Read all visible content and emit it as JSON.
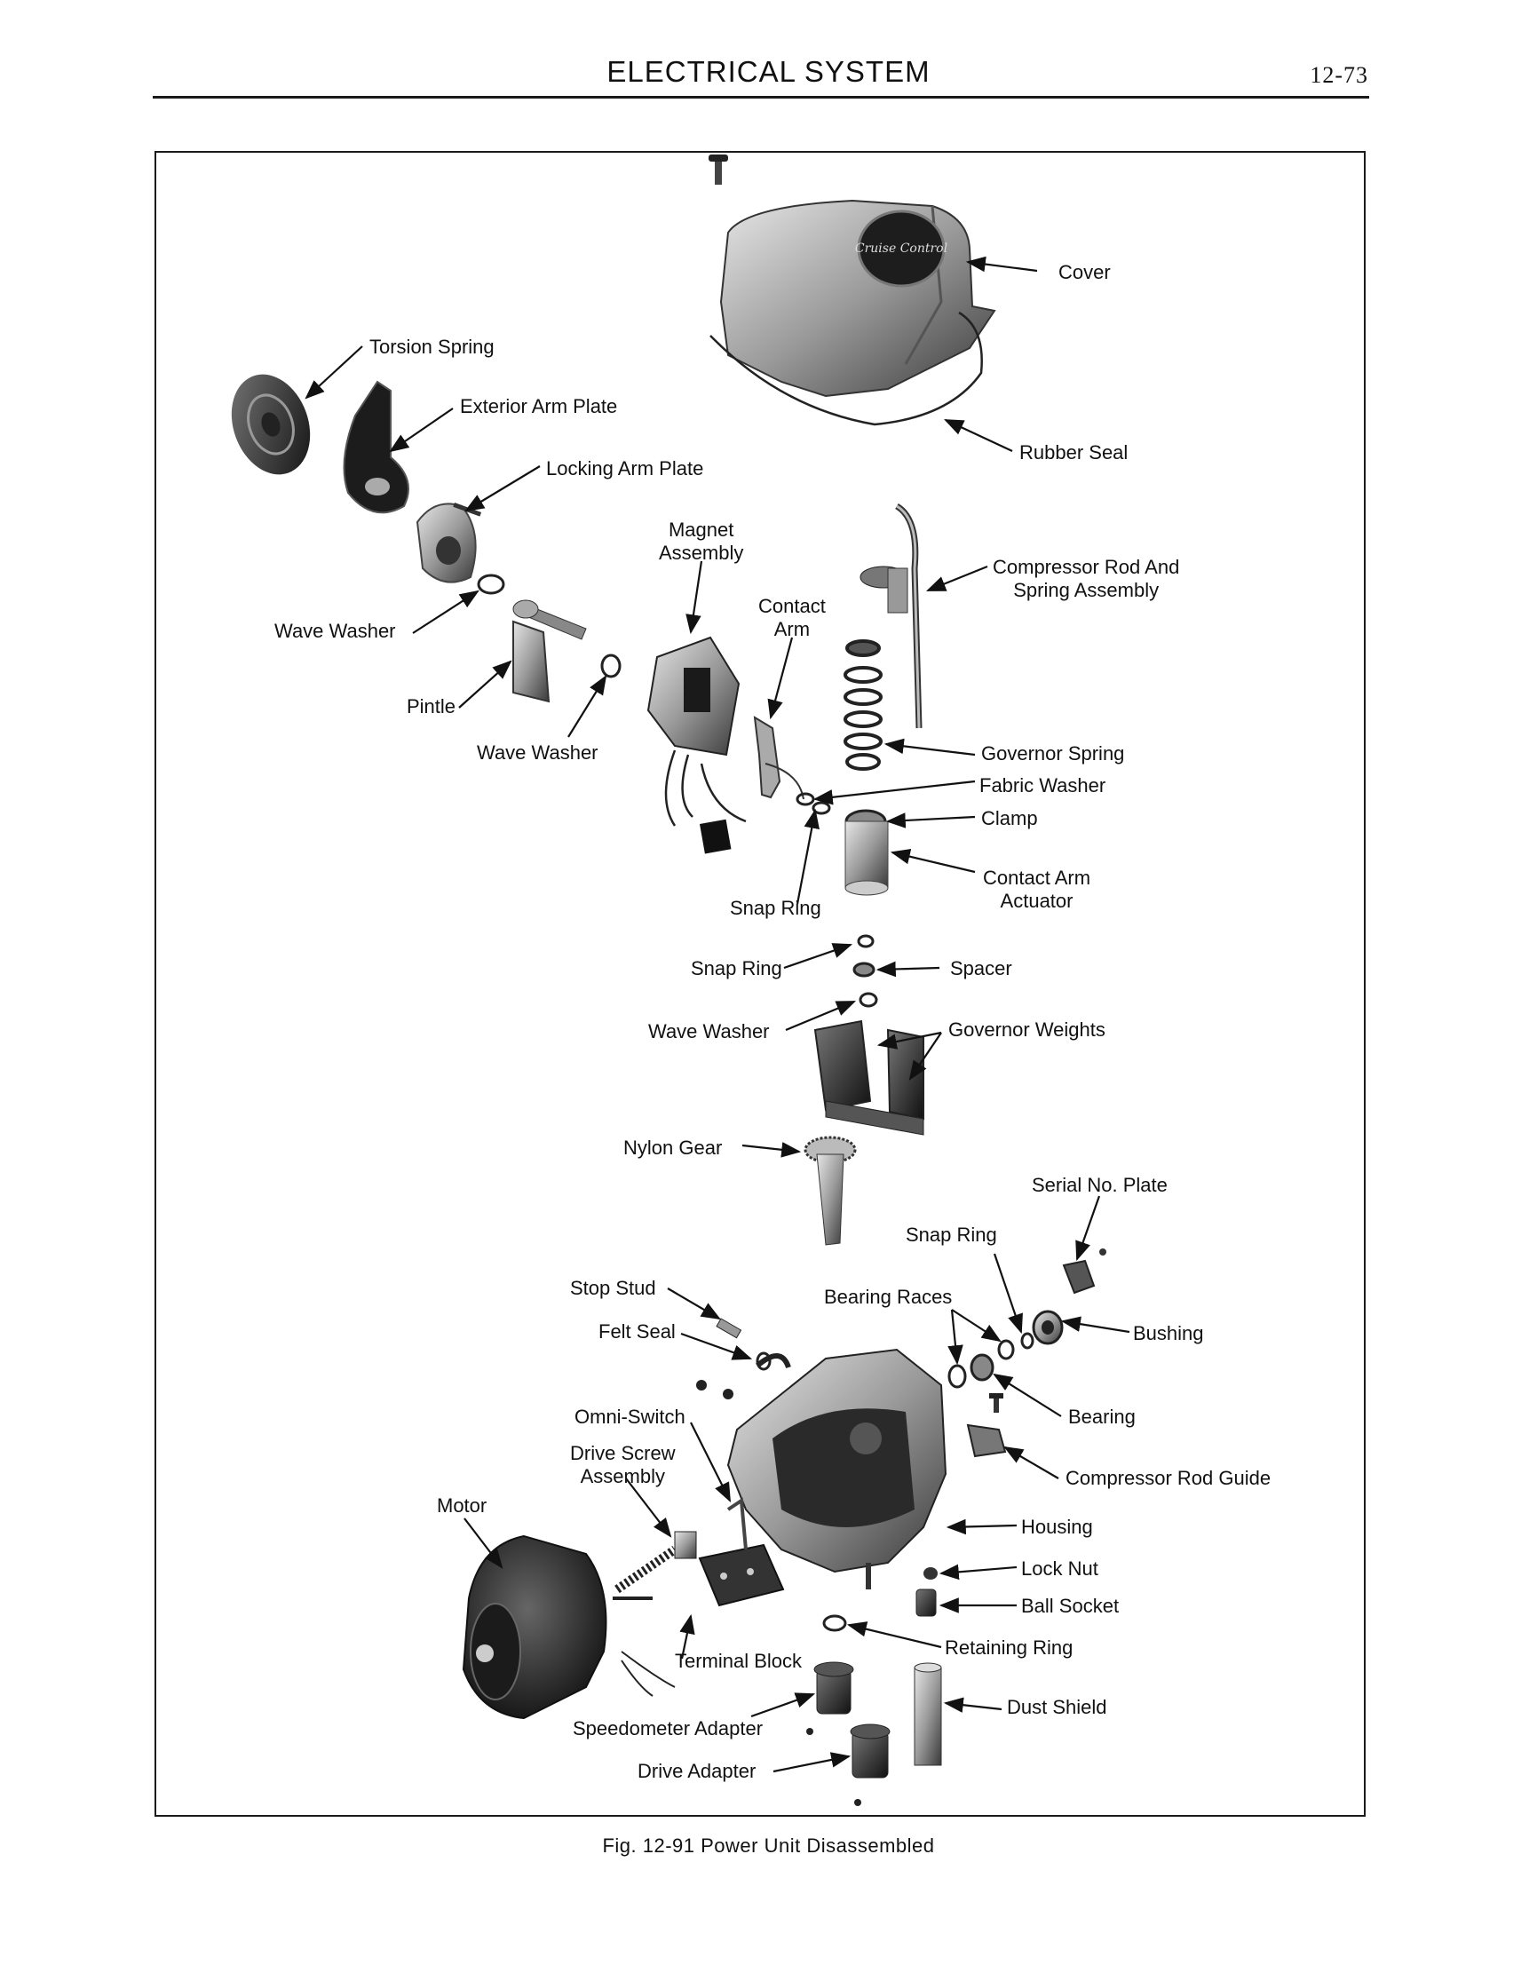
{
  "header": {
    "section_title": "ELECTRICAL SYSTEM",
    "page_number": "12-73"
  },
  "caption": "Fig. 12-91  Power Unit Disassembled",
  "labels": {
    "cover": "Cover",
    "torsion_spring": "Torsion Spring",
    "exterior_arm_plate": "Exterior Arm Plate",
    "rubber_seal": "Rubber Seal",
    "locking_arm_plate": "Locking Arm Plate",
    "magnet_assembly": "Magnet\nAssembly",
    "compressor_rod_spring": "Compressor Rod And\nSpring Assembly",
    "contact_arm": "Contact\nArm",
    "wave_washer_1": "Wave Washer",
    "pintle": "Pintle",
    "wave_washer_2": "Wave Washer",
    "governor_spring": "Governor Spring",
    "fabric_washer": "Fabric Washer",
    "clamp": "Clamp",
    "contact_arm_actuator": "Contact Arm\nActuator",
    "snap_ring_1": "Snap Ring",
    "snap_ring_2": "Snap Ring",
    "spacer": "Spacer",
    "wave_washer_3": "Wave Washer",
    "governor_weights": "Governor Weights",
    "nylon_gear": "Nylon Gear",
    "serial_plate": "Serial No. Plate",
    "snap_ring_3": "Snap Ring",
    "stop_stud": "Stop Stud",
    "bearing_races": "Bearing Races",
    "felt_seal": "Felt Seal",
    "bushing": "Bushing",
    "omni_switch": "Omni-Switch",
    "bearing": "Bearing",
    "drive_screw": "Drive Screw\nAssembly",
    "compressor_rod_guide": "Compressor Rod Guide",
    "motor": "Motor",
    "housing": "Housing",
    "lock_nut": "Lock Nut",
    "ball_socket": "Ball Socket",
    "retaining_ring": "Retaining Ring",
    "terminal_block": "Terminal Block",
    "dust_shield": "Dust Shield",
    "speedometer_adapter": "Speedometer Adapter",
    "drive_adapter": "Drive Adapter"
  },
  "emblem_text": "Cruise Control"
}
